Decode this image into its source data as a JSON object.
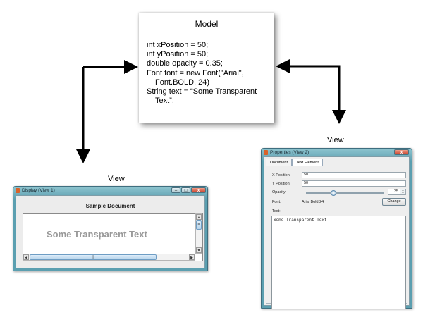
{
  "model": {
    "title": "Model",
    "code_lines": [
      "int xPosition = 50;",
      "int yPosition = 50;",
      "double opacity = 0.35;",
      "Font font = new Font(\"Arial\",",
      "Font.BOLD, 24)",
      "String text = “Some Transparent",
      "Text”;"
    ]
  },
  "view_labels": {
    "left": "View",
    "right": "View"
  },
  "display_window": {
    "title": "Display (View 1)",
    "document_title": "Sample Document",
    "document_text": "Some Transparent Text",
    "scroll_h_thumb": "|||",
    "scroll_v_thumb": "≡"
  },
  "properties_window": {
    "title": "Properties (View 2)",
    "tabs": [
      "Document",
      "Text Element"
    ],
    "active_tab": 1,
    "labels": {
      "x_position": "X Position:",
      "y_position": "Y Position:",
      "opacity": "Opacity:",
      "font": "Font:",
      "text": "Text:"
    },
    "values": {
      "x_position": "50",
      "y_position": "50",
      "opacity": "35",
      "opacity_fraction": 0.35,
      "font": "Arial Bold 24",
      "text": "Some Transparent Text"
    },
    "change_button": "Change"
  },
  "window_buttons": {
    "minimize": "–",
    "maximize": "□",
    "close": "x"
  },
  "colors": {
    "window_frame": "#5b9fb0",
    "doc_text": "#999999",
    "arrow": "#000000"
  }
}
